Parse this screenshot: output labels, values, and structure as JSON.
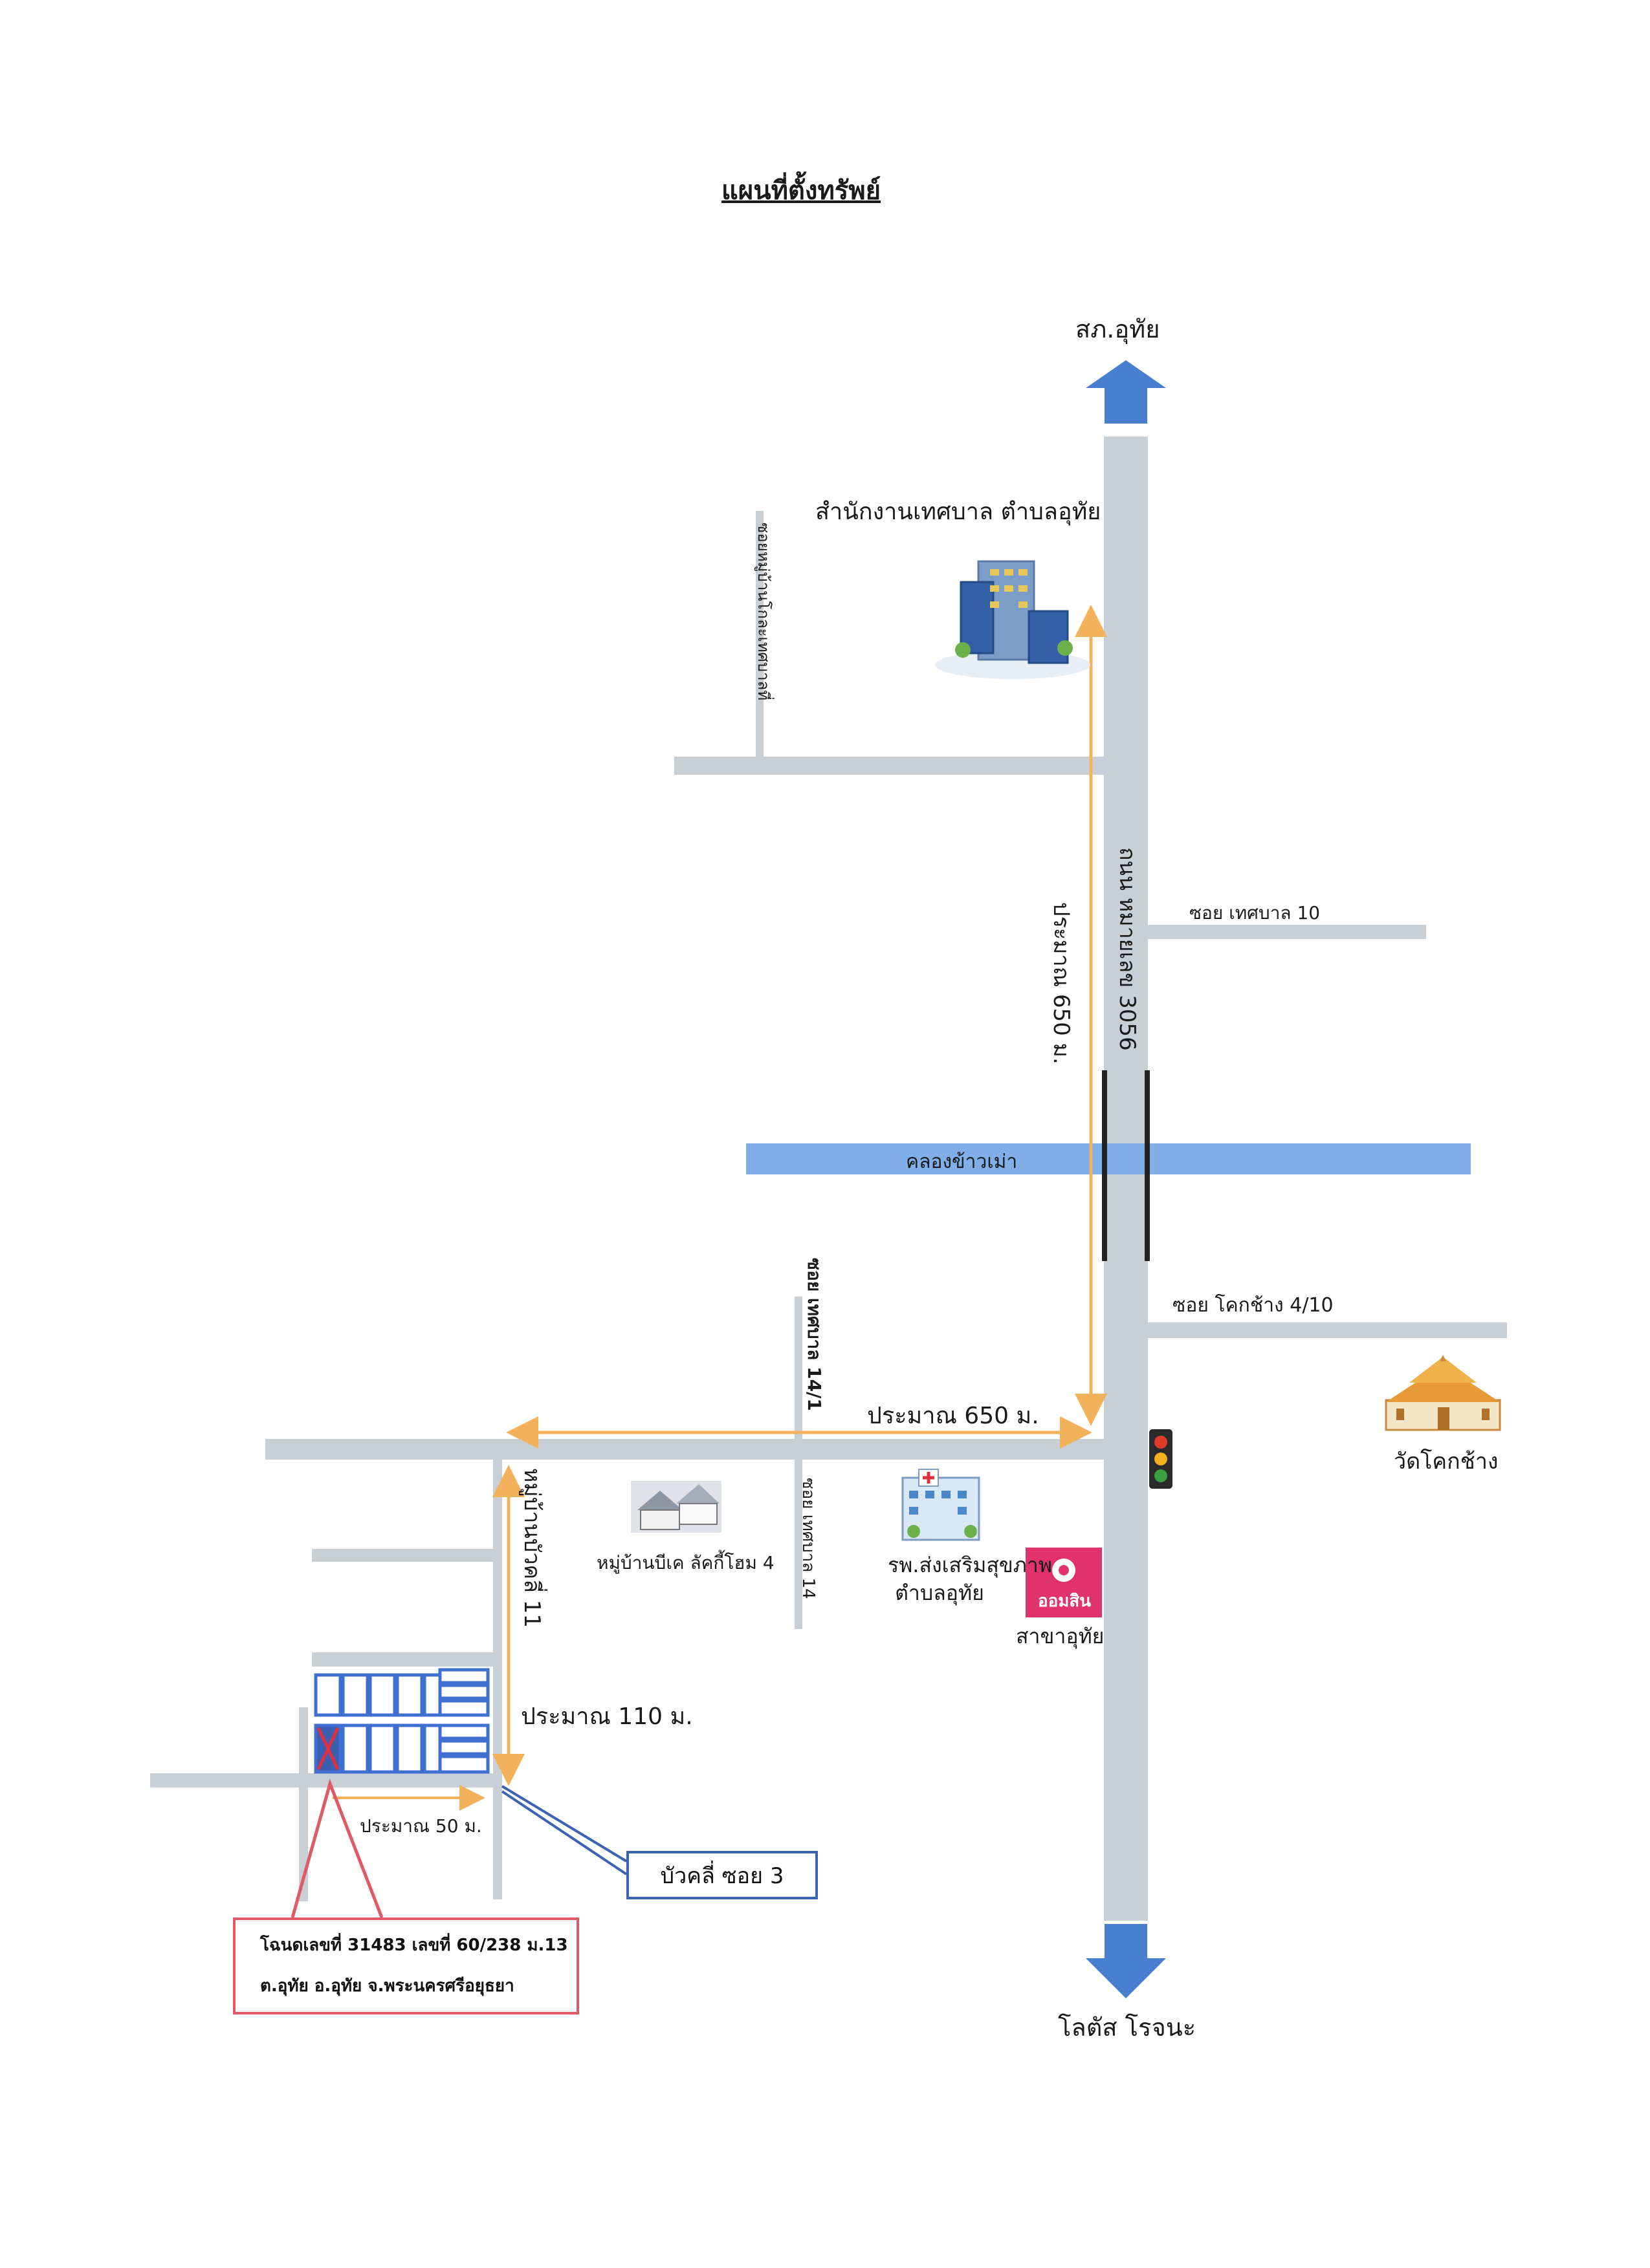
{
  "title": "แผนที่ตั้งทรัพย์",
  "destinations": {
    "north": "สภ.อุทัย",
    "south": "โลตัส โรจนะ"
  },
  "landmarks": {
    "municipal_office": "สำนักงานเทศบาล ตำบลอุทัย",
    "temple": "วัดโคกช้าง",
    "village_bk": "หมู่บ้านบีเค ลัคกี้โฮม 4",
    "hospital_line1": "รพ.ส่งเสริมสุขภาพ",
    "hospital_line2": "ตำบลอุทัย",
    "bank_logo": "ออมสิน",
    "bank_branch": "สาขาอุทัย"
  },
  "roads": {
    "main_road": "ถนน หมายเลข 3056",
    "soi_village": "ซอยหมู่บ้านโกละเทศบาลที่",
    "soi_thetsaban_10": "ซอย เทศบาล 10",
    "canal": "คลองข้าวเม่า",
    "soi_khokchang": "ซอย โคกช้าง 4/10",
    "soi_thetsaban_14_1": "ซอย เทศบาล 14/1",
    "soi_thetsaban_14": "ซอย เทศบาล 14",
    "village_buakhli": "หมู่บ้านบัวคลี่ 11",
    "buakhli_soi3": "บัวคลี่ ซอย 3"
  },
  "distances": {
    "vertical_650": "ประมาณ 650 ม.",
    "horizontal_650": "ประมาณ 650 ม.",
    "d_110": "ประมาณ 110 ม.",
    "d_50": "ประมาณ 50 ม."
  },
  "deed": {
    "line1": "โฉนดเลขที่ 31483 เลขที่ 60/238 ม.13",
    "line2": "ต.อุทัย อ.อุทัย จ.พระนครศรีอยุธยา"
  },
  "colors": {
    "road": "#c9cfd6",
    "canal": "#7faee8",
    "arrow": "#4a7fd0",
    "distance_arrow": "#f2b25c",
    "deed_border": "#e05a66",
    "soi3_border": "#3c64b4",
    "plot_border": "#3f6fd0",
    "target_plot": "#3a5fb0",
    "target_x": "#e03040"
  }
}
